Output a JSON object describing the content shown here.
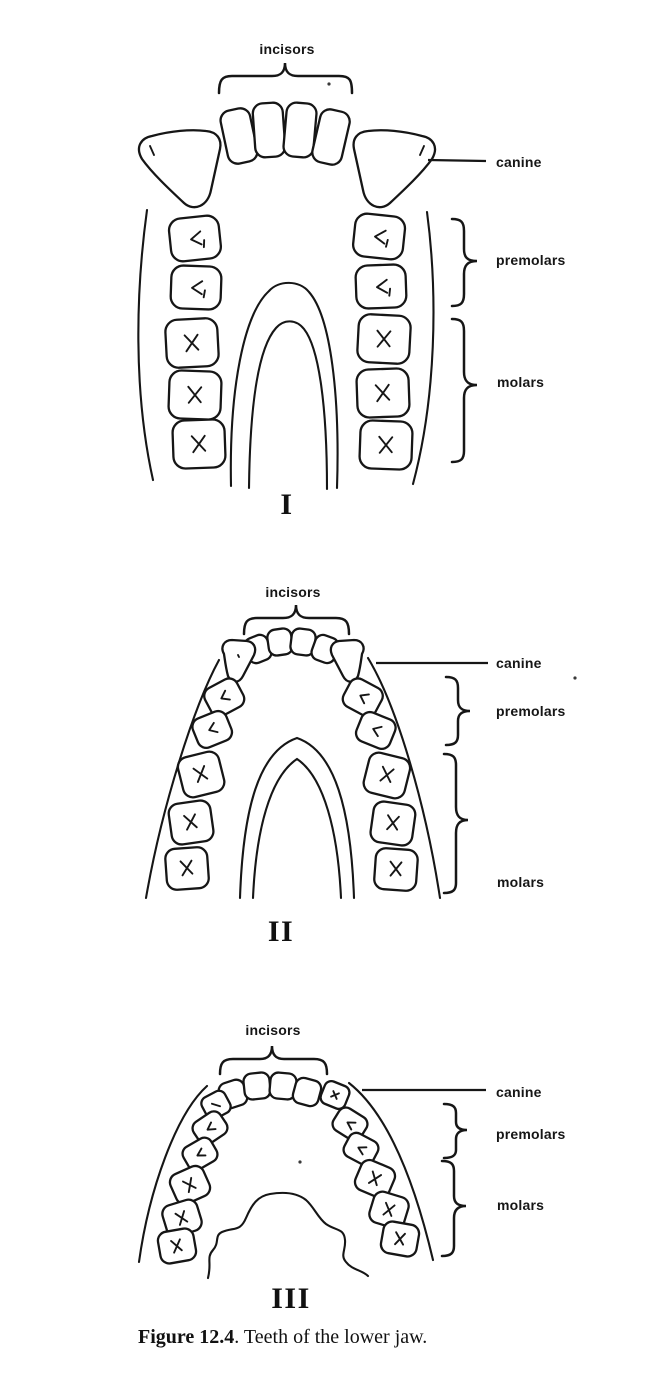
{
  "colors": {
    "background": "#ffffff",
    "ink": "#161616"
  },
  "figure": {
    "panels": [
      {
        "numeral": "I",
        "labels": {
          "incisors": "incisors",
          "canine": "canine",
          "premolars": "premolars",
          "molars": "molars"
        }
      },
      {
        "numeral": "II",
        "labels": {
          "incisors": "incisors",
          "canine": "canine",
          "premolars": "premolars",
          "molars": "molars"
        }
      },
      {
        "numeral": "III",
        "labels": {
          "incisors": "incisors",
          "canine": "canine",
          "premolars": "premolars",
          "molars": "molars"
        }
      }
    ],
    "caption": {
      "figure_number": "Figure 12.4",
      "text": ". Teeth of the lower jaw."
    }
  }
}
